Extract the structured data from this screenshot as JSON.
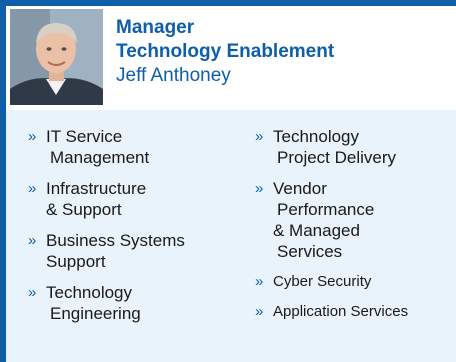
{
  "header": {
    "role_line1": "Manager",
    "role_line2": "Technology Enablement",
    "person_name": "Jeff Anthoney"
  },
  "bullet_glyph": "»",
  "left_items": [
    [
      "IT Service",
      "Management"
    ],
    [
      "Infrastructure",
      "& Support"
    ],
    [
      "Business Systems",
      "Support"
    ],
    [
      "Technology",
      "Engineering"
    ]
  ],
  "right_items": [
    [
      "Technology",
      "Project Delivery"
    ],
    [
      "Vendor",
      "Performance",
      "& Managed",
      "Services"
    ],
    [
      "Cyber Security"
    ],
    [
      "Application Services"
    ]
  ],
  "colors": {
    "accent": "#0f5fa8",
    "panel": "#e9f3fb",
    "text": "#1a1a1a"
  }
}
